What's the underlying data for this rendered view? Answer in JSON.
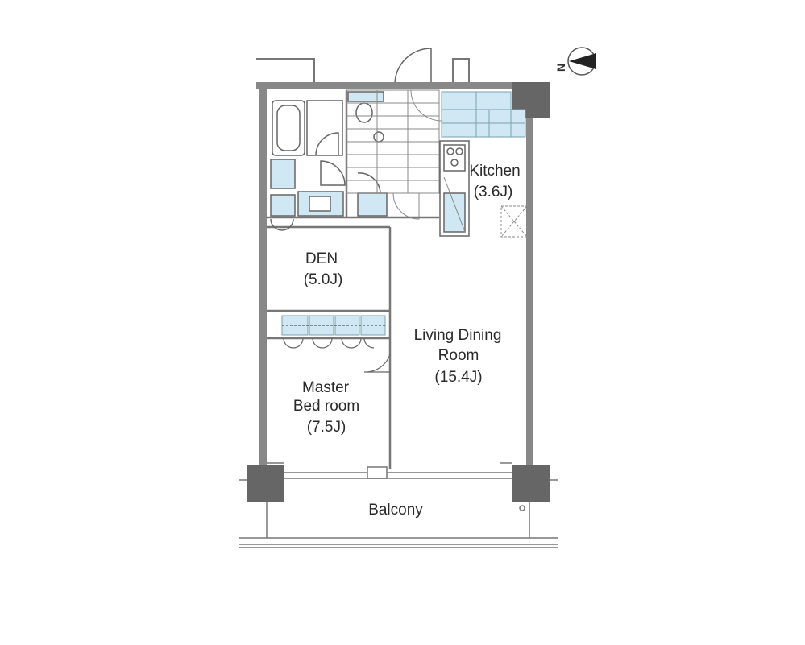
{
  "compass": {
    "label": "N"
  },
  "rooms": {
    "kitchen": {
      "name": "Kitchen",
      "size": "(3.6J)"
    },
    "den": {
      "name": "DEN",
      "size": "(5.0J)"
    },
    "living": {
      "name_line1": "Living Dining",
      "name_line2": "Room",
      "size": "(15.4J)"
    },
    "master": {
      "name_line1": "Master",
      "name_line2": "Bed room",
      "size": "(7.5J)"
    },
    "balcony": {
      "name": "Balcony"
    }
  },
  "colors": {
    "wall": "#888888",
    "column": "#666666",
    "fixture": "#cfe8f3",
    "fixture_line": "#7aa0b0",
    "line": "#555555"
  }
}
